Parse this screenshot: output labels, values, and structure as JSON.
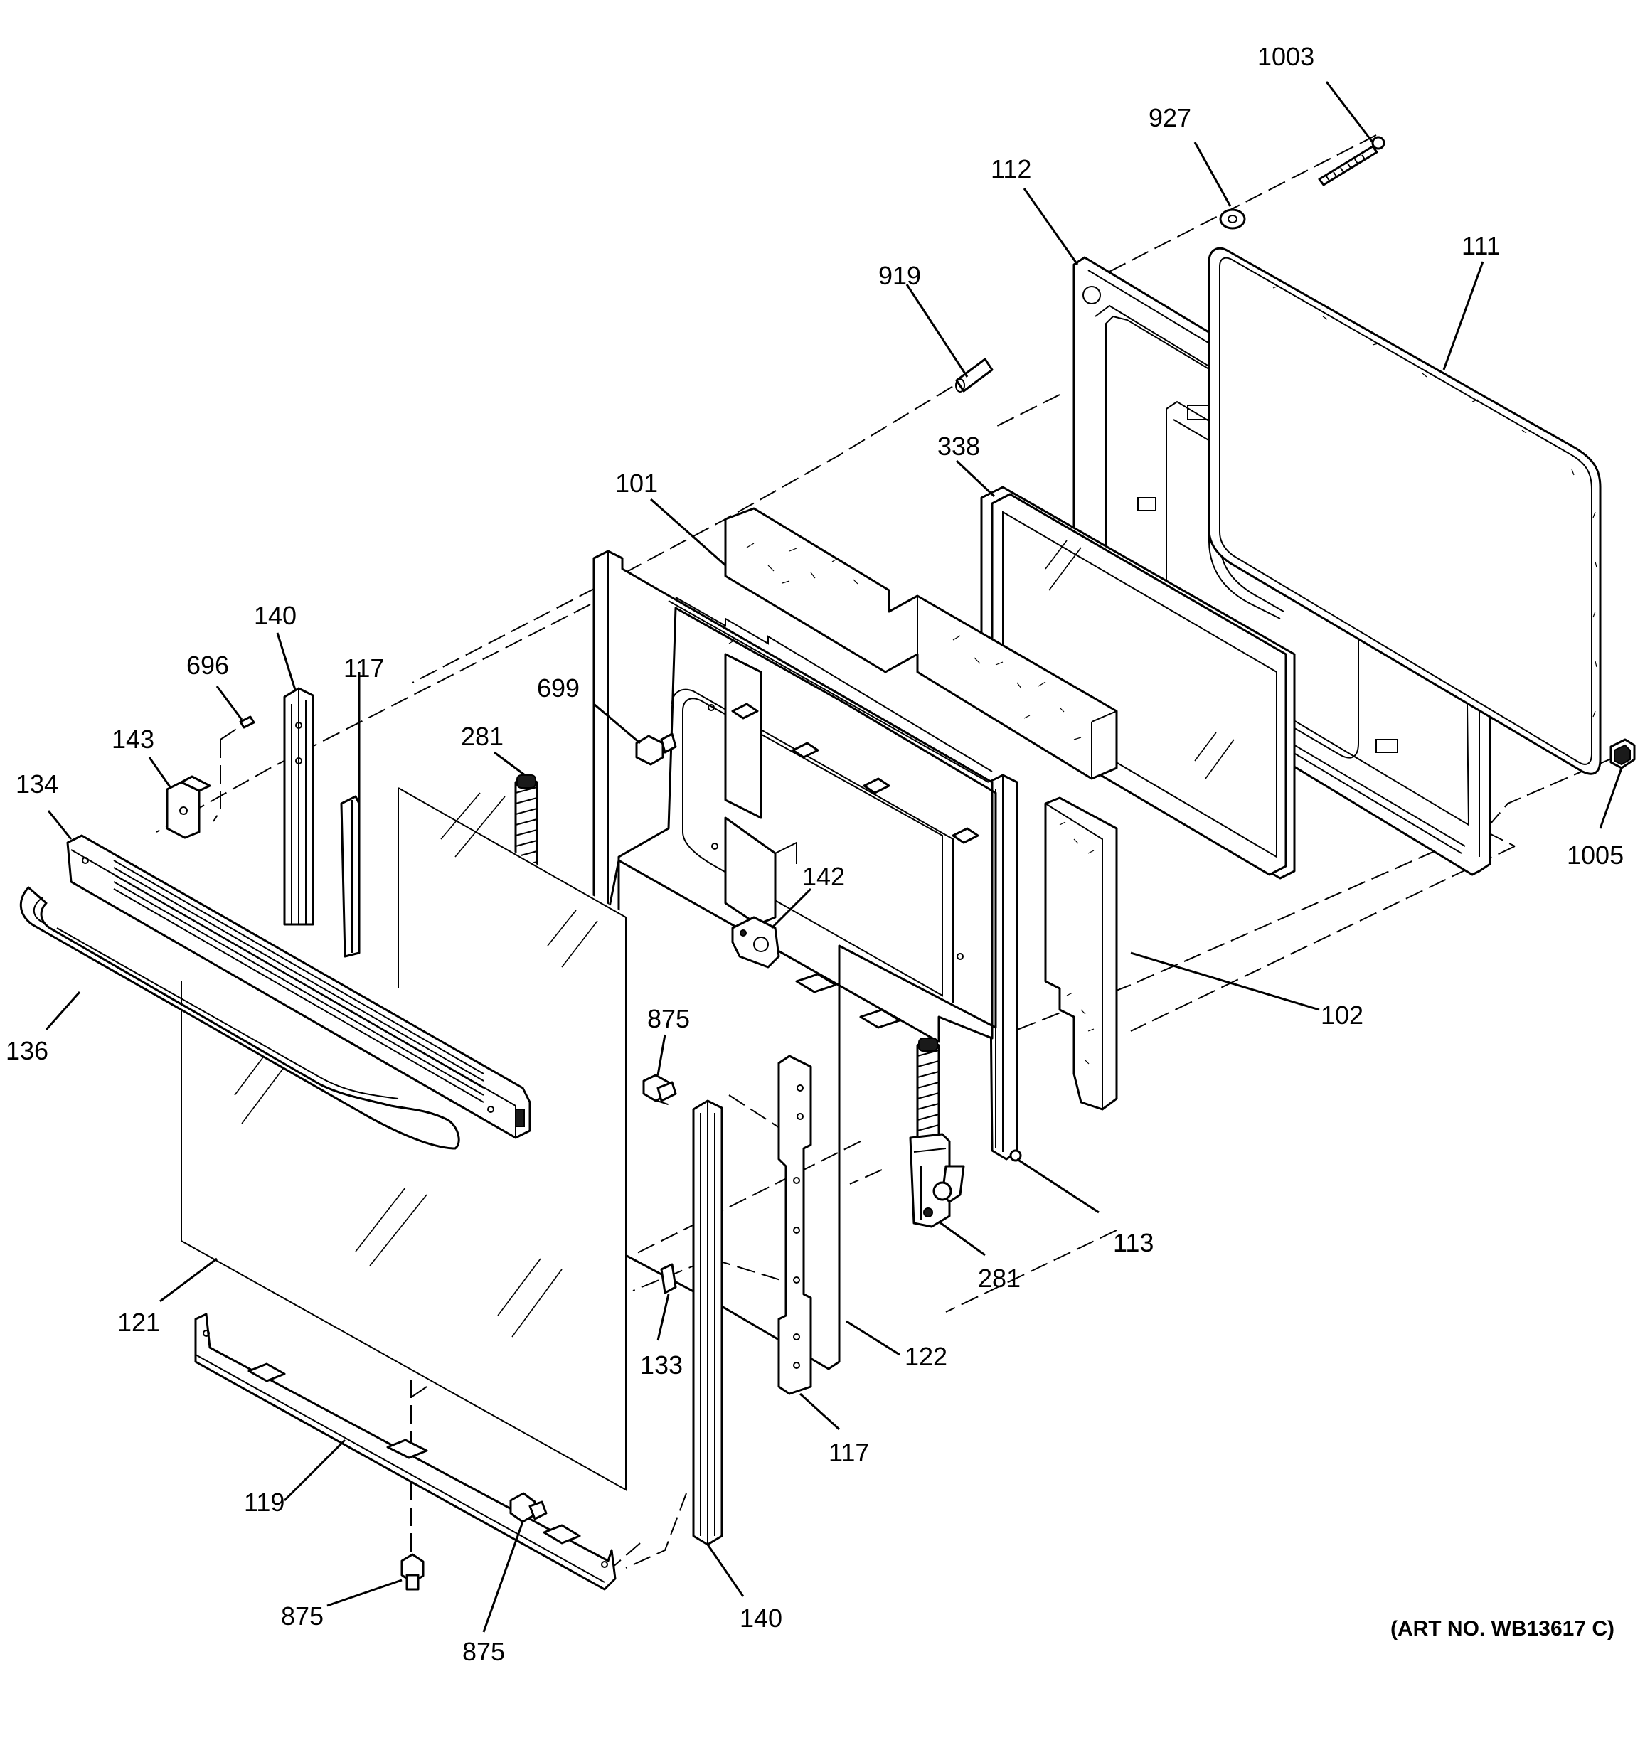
{
  "art_number": "(ART NO. WB13617 C)",
  "callouts": {
    "c1003": "1003",
    "c927": "927",
    "c112": "112",
    "c111": "111",
    "c919": "919",
    "c338": "338",
    "c101": "101",
    "c140_top": "140",
    "c117_top": "117",
    "c696": "696",
    "c143": "143",
    "c134": "134",
    "c699": "699",
    "c281_left": "281",
    "c142": "142",
    "c1005": "1005",
    "c102": "102",
    "c136": "136",
    "c875_mid": "875",
    "c113": "113",
    "c281_right": "281",
    "c121": "121",
    "c133": "133",
    "c122": "122",
    "c117_bottom": "117",
    "c119": "119",
    "c875_left": "875",
    "c875_center": "875",
    "c140_bottom": "140"
  }
}
